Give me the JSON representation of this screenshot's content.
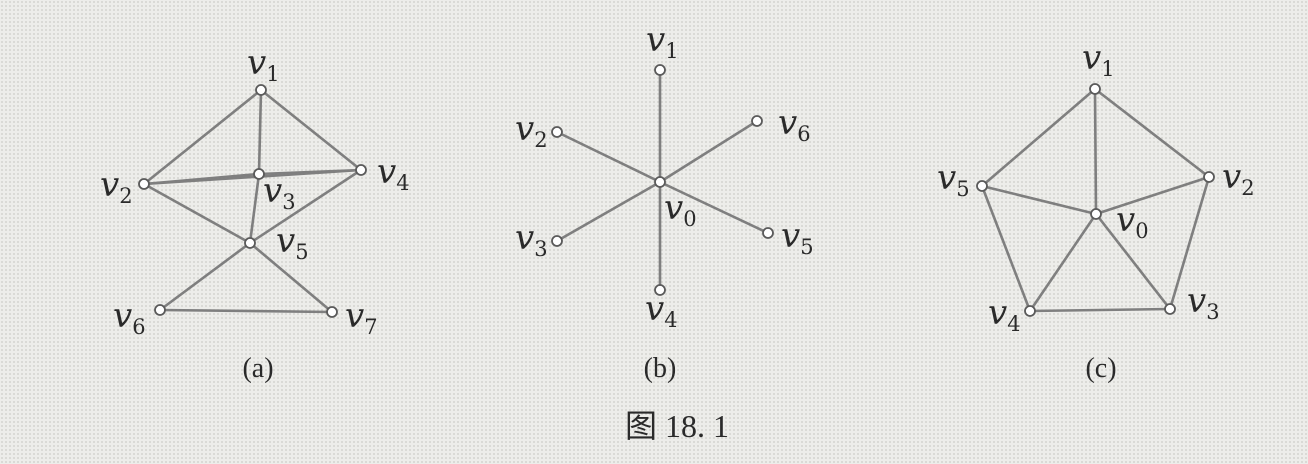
{
  "figure_title": "图 18. 1",
  "graphs": [
    {
      "caption": "(a)",
      "vertices": [
        "v1",
        "v2",
        "v3",
        "v4",
        "v5",
        "v6",
        "v7"
      ],
      "labels": [
        {
          "id": "v1",
          "letter": "v",
          "sub": "1"
        },
        {
          "id": "v2",
          "letter": "v",
          "sub": "2"
        },
        {
          "id": "v3",
          "letter": "v",
          "sub": "3"
        },
        {
          "id": "v4",
          "letter": "v",
          "sub": "4"
        },
        {
          "id": "v5",
          "letter": "v",
          "sub": "5"
        },
        {
          "id": "v6",
          "letter": "v",
          "sub": "6"
        },
        {
          "id": "v7",
          "letter": "v",
          "sub": "7"
        }
      ],
      "edges": [
        [
          "v1",
          "v2"
        ],
        [
          "v1",
          "v3"
        ],
        [
          "v1",
          "v4"
        ],
        [
          "v2",
          "v3"
        ],
        [
          "v3",
          "v4"
        ],
        [
          "v2",
          "v4"
        ],
        [
          "v2",
          "v5"
        ],
        [
          "v3",
          "v5"
        ],
        [
          "v4",
          "v5"
        ],
        [
          "v5",
          "v6"
        ],
        [
          "v5",
          "v7"
        ],
        [
          "v6",
          "v7"
        ]
      ]
    },
    {
      "caption": "(b)",
      "vertices": [
        "v0",
        "v1",
        "v2",
        "v3",
        "v4",
        "v5",
        "v6"
      ],
      "labels": [
        {
          "id": "v0",
          "letter": "v",
          "sub": "0"
        },
        {
          "id": "v1",
          "letter": "v",
          "sub": "1"
        },
        {
          "id": "v2",
          "letter": "v",
          "sub": "2"
        },
        {
          "id": "v3",
          "letter": "v",
          "sub": "3"
        },
        {
          "id": "v4",
          "letter": "v",
          "sub": "4"
        },
        {
          "id": "v5",
          "letter": "v",
          "sub": "5"
        },
        {
          "id": "v6",
          "letter": "v",
          "sub": "6"
        }
      ],
      "edges": [
        [
          "v0",
          "v1"
        ],
        [
          "v0",
          "v2"
        ],
        [
          "v0",
          "v3"
        ],
        [
          "v0",
          "v4"
        ],
        [
          "v0",
          "v5"
        ],
        [
          "v0",
          "v6"
        ]
      ]
    },
    {
      "caption": "(c)",
      "vertices": [
        "v0",
        "v1",
        "v2",
        "v3",
        "v4",
        "v5"
      ],
      "labels": [
        {
          "id": "v0",
          "letter": "v",
          "sub": "0"
        },
        {
          "id": "v1",
          "letter": "v",
          "sub": "1"
        },
        {
          "id": "v2",
          "letter": "v",
          "sub": "2"
        },
        {
          "id": "v3",
          "letter": "v",
          "sub": "3"
        },
        {
          "id": "v4",
          "letter": "v",
          "sub": "4"
        },
        {
          "id": "v5",
          "letter": "v",
          "sub": "5"
        }
      ],
      "edges": [
        [
          "v1",
          "v2"
        ],
        [
          "v2",
          "v3"
        ],
        [
          "v3",
          "v4"
        ],
        [
          "v4",
          "v5"
        ],
        [
          "v5",
          "v1"
        ],
        [
          "v0",
          "v1"
        ],
        [
          "v0",
          "v2"
        ],
        [
          "v0",
          "v3"
        ],
        [
          "v0",
          "v4"
        ],
        [
          "v0",
          "v5"
        ]
      ]
    }
  ]
}
